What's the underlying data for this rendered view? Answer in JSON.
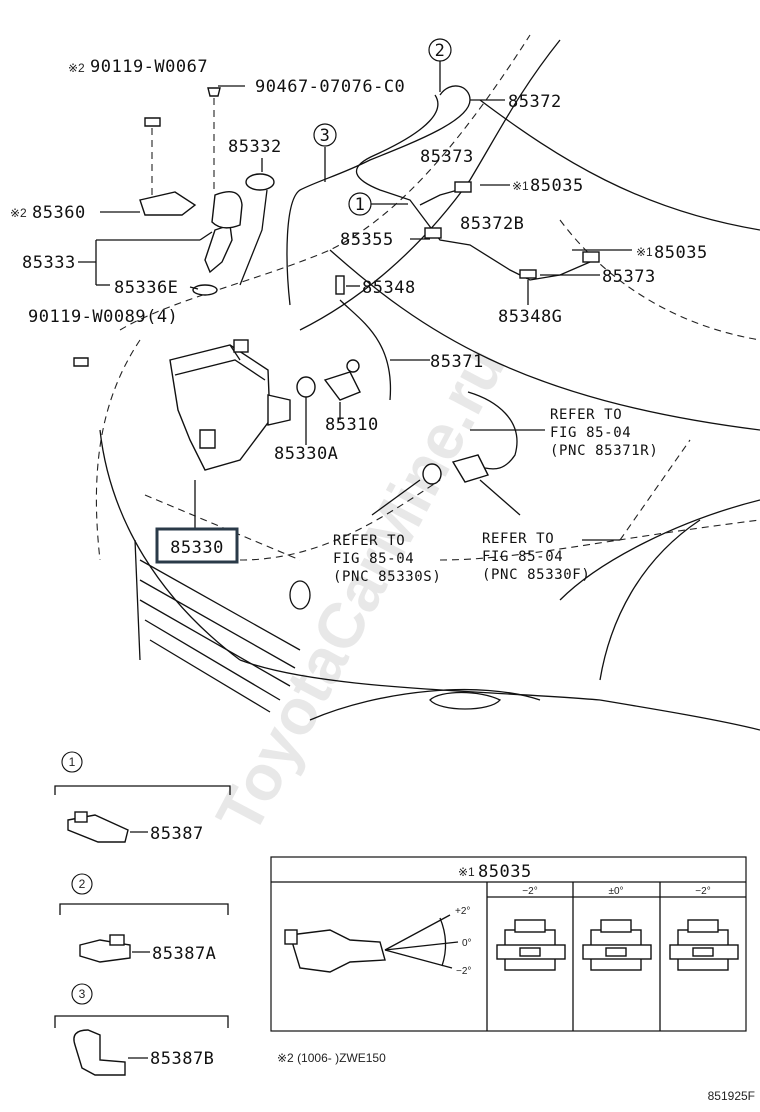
{
  "watermark": "ToyotaCarMine.ru",
  "parts": {
    "p1": "90119-W0067",
    "p1_mark": "※2",
    "p2": "90467-07076-C0",
    "p3": "85372",
    "p4": "85332",
    "p5": "85373",
    "p6": "85035",
    "p6_mark": "※1",
    "p7": "85360",
    "p7_mark": "※2",
    "p8": "85355",
    "p9": "85372B",
    "p10": "85035",
    "p10_mark": "※1",
    "p11": "85333",
    "p12": "85336E",
    "p13": "85348",
    "p14": "85373",
    "p15": "90119-W0089(4)",
    "p16": "85348G",
    "p17": "85371",
    "p18": "85310",
    "p19": "85330A",
    "p20": "85330"
  },
  "refs": {
    "r1": [
      "REFER TO",
      "FIG 85-04",
      "(PNC 85371R)"
    ],
    "r2": [
      "REFER TO",
      "FIG 85-04",
      "(PNC 85330S)"
    ],
    "r3": [
      "REFER TO",
      "FIG 85-04",
      "(PNC 85330F)"
    ]
  },
  "callouts": {
    "c1": "1",
    "c2": "2",
    "c3": "3"
  },
  "legend": [
    {
      "num": "1",
      "part": "85387"
    },
    {
      "num": "2",
      "part": "85387A"
    },
    {
      "num": "3",
      "part": "85387B"
    }
  ],
  "inset": {
    "mark": "※1",
    "title": "85035",
    "col1": "−2°",
    "col2": "±0°",
    "col3": "−2°",
    "angle_top": "+2°",
    "angle_mid": "0°",
    "angle_bot": "−2°"
  },
  "footnote": "※2 (1006-      )ZWE150",
  "figure_code": "851925F"
}
